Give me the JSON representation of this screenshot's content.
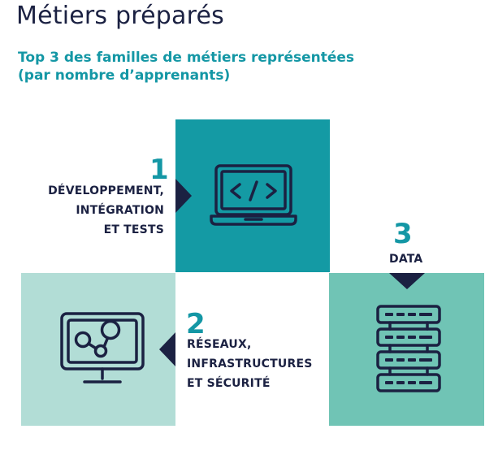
{
  "header": {
    "title": "Métiers préparés",
    "subtitle_line1": "Top 3 des familles de métiers représentées",
    "subtitle_line2": "(par nombre d’apprenants)"
  },
  "colors": {
    "navy": "#1b2142",
    "teal_text": "#1497a5",
    "block_1": "#149aa4",
    "block_2": "#b2ddd6",
    "block_3": "#70c4b5"
  },
  "families": [
    {
      "rank": "1",
      "label_lines": [
        "DÉVELOPPEMENT,",
        "INTÉGRATION",
        "ET TESTS"
      ],
      "icon": "laptop-code-icon"
    },
    {
      "rank": "2",
      "label_lines": [
        "RÉSEAUX,",
        "INFRASTRUCTURES",
        "ET SÉCURITÉ"
      ],
      "icon": "monitor-network-icon"
    },
    {
      "rank": "3",
      "label_lines": [
        "DATA"
      ],
      "icon": "server-stack-icon"
    }
  ]
}
